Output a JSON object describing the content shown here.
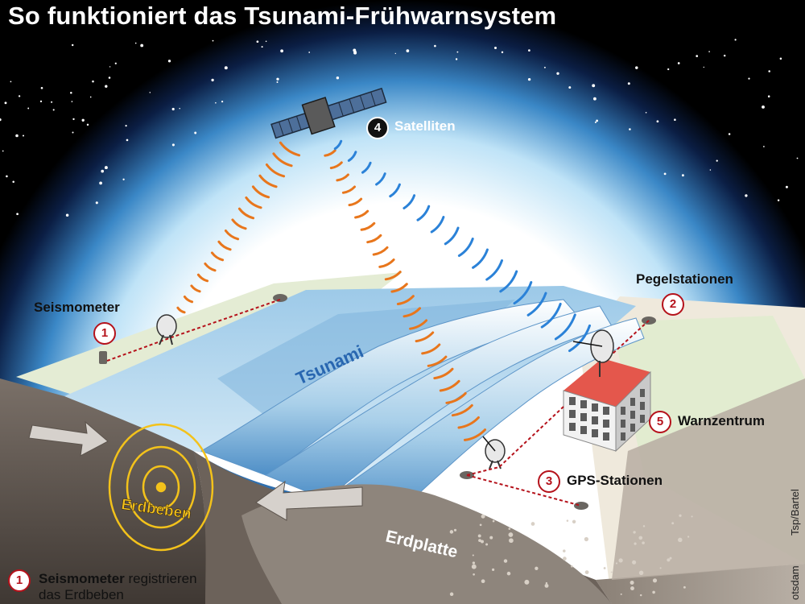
{
  "title": "So funktioniert das Tsunami-Frühwarnsystem",
  "labels": {
    "satelliten": {
      "num": "4",
      "text": "Satelliten"
    },
    "seismometer": {
      "num": "1",
      "text": "Seismometer"
    },
    "pegelstationen": {
      "num": "2",
      "text": "Pegelstationen"
    },
    "gps": {
      "num": "3",
      "text": "GPS-Stationen"
    },
    "warnzentrum": {
      "num": "5",
      "text": "Warnzentrum"
    },
    "tsunami": "Tsunami",
    "erdbeben": "Erdbeben",
    "erdplatte": "Erdplatte"
  },
  "caption": {
    "num": "1",
    "strong": "Seismometer",
    "rest": " registrieren",
    "line2": "das Erdbeben"
  },
  "credits": {
    "author": "Tsp/Bartel",
    "source": "otsdam"
  },
  "colors": {
    "sky": "#000000",
    "atmosphere": "#9fd3f0",
    "ocean": "#8fc4e6",
    "land": "#e6efd6",
    "rock": "#5d544d",
    "accent_red": "#b5121b",
    "signal_orange": "#e8761c",
    "signal_blue": "#2b82d8",
    "quake_yellow": "#f3c21b"
  }
}
